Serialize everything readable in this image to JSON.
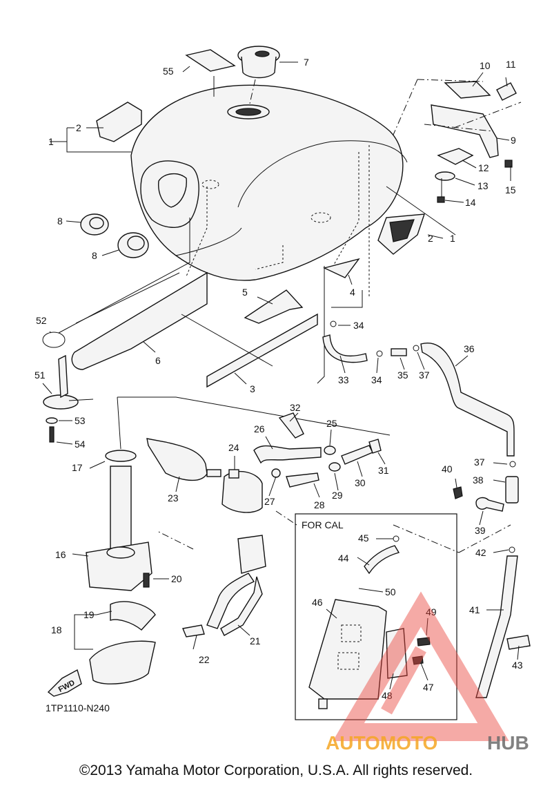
{
  "diagram": {
    "code": "1TP1110-N240",
    "fwd_label": "FWD",
    "cal_box_title": "FOR CAL",
    "callouts": {
      "p1a": "1",
      "p1b": "1",
      "p2a": "2",
      "p2b": "2",
      "p3": "3",
      "p4": "4",
      "p5": "5",
      "p6": "6",
      "p7": "7",
      "p8a": "8",
      "p8b": "8",
      "p9": "9",
      "p10": "10",
      "p11": "11",
      "p12": "12",
      "p13": "13",
      "p14": "14",
      "p15": "15",
      "p16": "16",
      "p17": "17",
      "p18": "18",
      "p19": "19",
      "p20": "20",
      "p21": "21",
      "p22": "22",
      "p23": "23",
      "p24": "24",
      "p25": "25",
      "p26": "26",
      "p27": "27",
      "p28": "28",
      "p29": "29",
      "p30": "30",
      "p31": "31",
      "p32": "32",
      "p33": "33",
      "p34a": "34",
      "p34b": "34",
      "p35": "35",
      "p36": "36",
      "p37a": "37",
      "p37b": "37",
      "p38": "38",
      "p39": "39",
      "p40": "40",
      "p41": "41",
      "p42": "42",
      "p43": "43",
      "p44": "44",
      "p45": "45",
      "p46": "46",
      "p47": "47",
      "p48": "48",
      "p49": "49",
      "p50": "50",
      "p51": "51",
      "p52": "52",
      "p53": "53",
      "p54": "54",
      "p55": "55"
    }
  },
  "watermark": {
    "brand_a": "AUTOMOTO",
    "brand_b": "HUB"
  },
  "footer": {
    "copyright": "©2013 Yamaha Motor Corporation, U.S.A. All rights reserved."
  },
  "colors": {
    "watermark_red": "#e8423a",
    "watermark_orange": "#f5a623",
    "watermark_gray": "#6b6b6b",
    "line": "#111111"
  }
}
